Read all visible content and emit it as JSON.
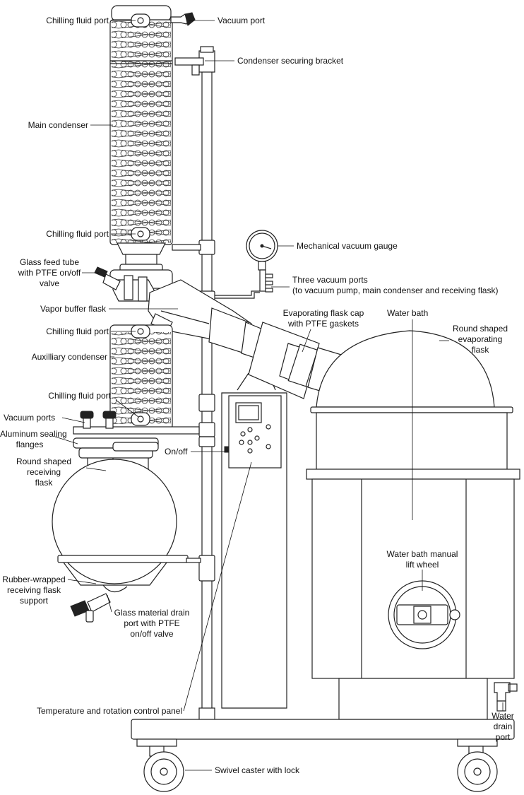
{
  "labels": {
    "chilling_fluid_port_top": "Chilling fluid port",
    "vacuum_port": "Vacuum port",
    "condenser_securing_bracket": "Condenser securing bracket",
    "main_condenser": "Main condenser",
    "chilling_fluid_port_mid": "Chilling fluid port",
    "mechanical_vacuum_gauge": "Mechanical vacuum gauge",
    "glass_feed_tube": [
      "Glass feed tube",
      "with PTFE on/off",
      "valve"
    ],
    "three_vacuum_ports": [
      "Three vacuum ports",
      "(to vacuum pump, main condenser and receiving flask)"
    ],
    "vapor_buffer_flask": "Vapor buffer flask",
    "evaporating_flask_cap": [
      "Evaporating flask cap",
      "with PTFE gaskets"
    ],
    "water_bath": "Water bath",
    "chilling_fluid_port_aux": "Chilling fluid port",
    "round_evaporating_flask": [
      "Round shaped",
      "evaporating",
      "flask"
    ],
    "auxiliary_condenser": "Auxilliary condenser",
    "chilling_fluid_port_low": "Chilling fluid port",
    "vacuum_ports": "Vacuum ports",
    "aluminum_sealing_flanges": [
      "Aluminum sealing",
      "flanges"
    ],
    "on_off": "On/off",
    "round_receiving_flask": [
      "Round shaped",
      "receiving",
      "flask"
    ],
    "water_bath_lift_wheel": [
      "Water bath manual",
      "lift wheel"
    ],
    "rubber_wrapped_support": [
      "Rubber-wrapped",
      "receiving flask",
      "support"
    ],
    "glass_drain_port": [
      "Glass material drain",
      "port with PTFE",
      "on/off valve"
    ],
    "control_panel": "Temperature and rotation control panel",
    "water_drain_port": [
      "Water",
      "drain",
      "port"
    ],
    "swivel_caster": "Swivel caster with lock"
  }
}
